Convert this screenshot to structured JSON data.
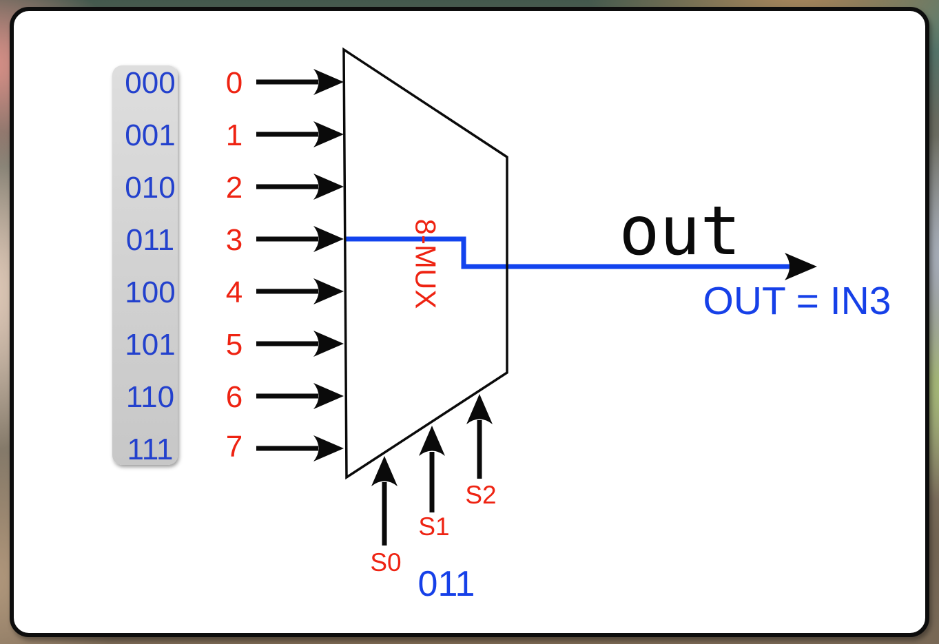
{
  "panel": {
    "codes": [
      "000",
      "001",
      "010",
      "011",
      "100",
      "101",
      "110",
      "111"
    ]
  },
  "inputs": {
    "labels": [
      "0",
      "1",
      "2",
      "3",
      "4",
      "5",
      "6",
      "7"
    ],
    "selected": "3"
  },
  "mux": {
    "label": "8-MUX"
  },
  "output": {
    "wire_label": "out",
    "equation": "OUT = IN3"
  },
  "selects": {
    "labels": [
      "S0",
      "S1",
      "S2"
    ],
    "value": "011"
  },
  "colors": {
    "input_red": "#ee2312",
    "code_blue": "#2341cd",
    "value_blue": "#1640e8",
    "wire_blue": "#1243ee",
    "line_black": "#0a0a0a",
    "panel_gray": "#d2d2d2",
    "card_bg": "#ffffff"
  }
}
